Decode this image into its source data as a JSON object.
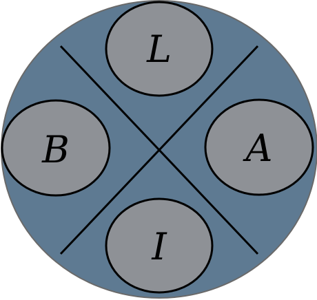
{
  "diagram": {
    "labels": {
      "top": "L",
      "left": "B",
      "right": "A",
      "bottom": "I"
    },
    "colors": {
      "disk_fill": "#5e7a92",
      "disk_stroke": "#6a6a6a",
      "node_fill": "#8e9196",
      "line": "#000000"
    }
  }
}
